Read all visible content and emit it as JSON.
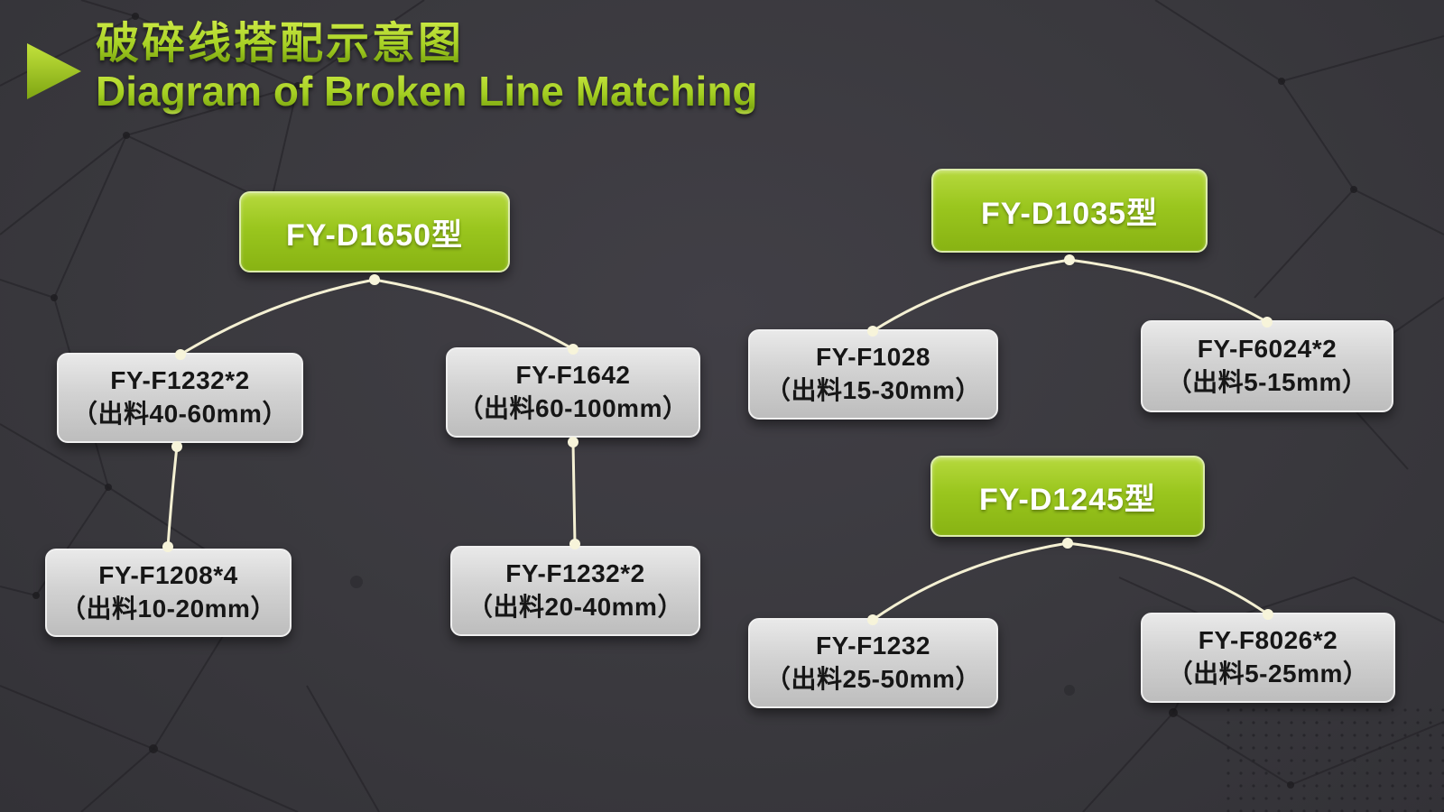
{
  "title": {
    "zh": "破碎线搭配示意图",
    "en": "Diagram of Broken Line Matching"
  },
  "nodes": {
    "d1650": {
      "label": "FY-D1650型"
    },
    "d1035": {
      "label": "FY-D1035型"
    },
    "d1245": {
      "label": "FY-D1245型"
    },
    "f1232a": {
      "name": "FY-F1232*2",
      "output": "（出料40-60mm）"
    },
    "f1642": {
      "name": "FY-F1642",
      "output": "（出料60-100mm）"
    },
    "f1028": {
      "name": "FY-F1028",
      "output": "（出料15-30mm）"
    },
    "f6024": {
      "name": "FY-F6024*2",
      "output": "（出料5-15mm）"
    },
    "f1208": {
      "name": "FY-F1208*4",
      "output": "（出料10-20mm）"
    },
    "f1232b": {
      "name": "FY-F1232*2",
      "output": "（出料20-40mm）"
    },
    "f1232c": {
      "name": "FY-F1232",
      "output": "（出料25-50mm）"
    },
    "f8026": {
      "name": "FY-F8026*2",
      "output": "（出料5-25mm）"
    }
  },
  "colors": {
    "background": "#3a393e",
    "node_green": "#9ac61e",
    "node_gray": "#cccccc",
    "connector": "#f4f0d3",
    "title_green": "#a3ce22"
  }
}
